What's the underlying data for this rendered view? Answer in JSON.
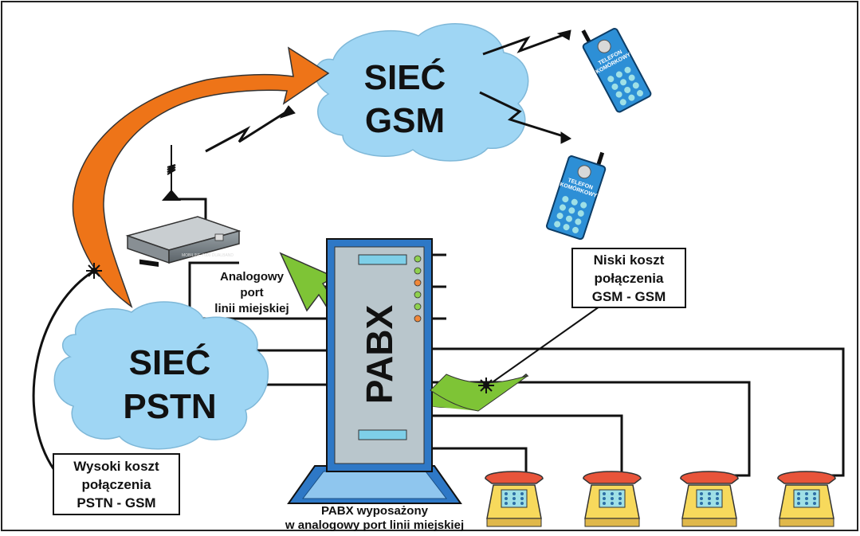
{
  "clouds": {
    "gsm": {
      "line1": "SIEĆ",
      "line2": "GSM",
      "color": "#9fd6f4"
    },
    "pstn": {
      "line1": "SIEĆ",
      "line2": "PSTN",
      "color": "#9fd6f4"
    }
  },
  "pabx": {
    "label": "PABX",
    "frame_color": "#2e78c6",
    "body_color": "#b9c6cc"
  },
  "labels": {
    "high_cost": [
      "Wysoki koszt",
      "połączenia",
      "PSTN - GSM"
    ],
    "low_cost": [
      "Niski koszt",
      "połączenia",
      "GSM - GSM"
    ],
    "analog_port": [
      "Analogowy",
      "port",
      "linii miejskiej"
    ],
    "pabx_caption": [
      "PABX wyposażony",
      "w analogowy port linii miejskiej"
    ]
  },
  "mobile_phone_label": [
    "TELEFON",
    "KOMÓRKOWY"
  ],
  "gateway_device_text": "MOBILINE 7000 DUALBAND",
  "colors": {
    "orange_arrow": "#ee7418",
    "green_arrow": "#7ec436",
    "phone_red": "#e8543a",
    "phone_yellow": "#f7d95c",
    "mobile_blue": "#2d8fd6",
    "led_green": "#8fd14f",
    "led_orange": "#f0883a"
  }
}
